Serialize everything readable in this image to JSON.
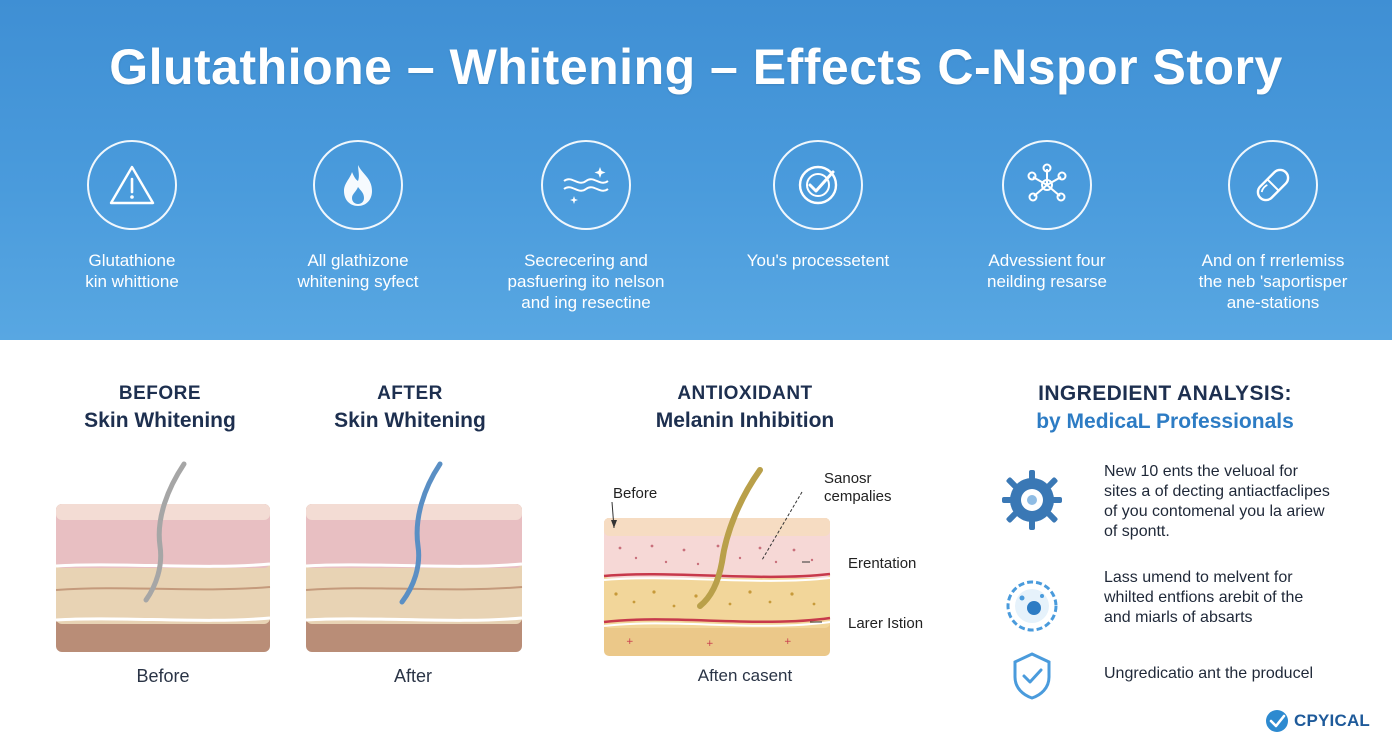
{
  "title": "Glutathione – Whitening – Effects C-Nspor Story",
  "features": [
    {
      "icon": "warning-icon",
      "label": "Glutathione\nkin whittione"
    },
    {
      "icon": "flame-icon",
      "label": "All glathizone\nwhitening syfect"
    },
    {
      "icon": "waves-sparkle-icon",
      "label": "Secrecering and\npasfuering ito nelson\nand ing resectine"
    },
    {
      "icon": "target-check-icon",
      "label": "You's processetent"
    },
    {
      "icon": "molecule-icon",
      "label": "Advessient four\nneilding resarse"
    },
    {
      "icon": "capsule-icon",
      "label": "And on f rrerlemiss\nthe neb 'saportisper\nane-stations"
    }
  ],
  "before_panel": {
    "heading_1": "BEFORE",
    "heading_2": "Skin Whitening",
    "caption": "Before"
  },
  "after_panel": {
    "heading_1": "AFTER",
    "heading_2": "Skin Whitening",
    "caption": "After"
  },
  "antioxidant_panel": {
    "heading_1": "ANTIOXIDANT",
    "heading_2": "Melanin Inhibition",
    "caption": "Aften casent",
    "annotations": {
      "before": "Before",
      "sanosr": "Sanosr\ncempalies",
      "erentation": "Erentation",
      "larer": "Larer Istion"
    }
  },
  "ingredient_analysis": {
    "heading_1": "INGREDIENT ANALYSIS:",
    "heading_2": "by MedicaL Professionals",
    "items": [
      {
        "icon": "gear-cluster-icon",
        "text": "New 10 ents the veluoal for\nsites a of decting antiactfaclipes\nof you contomenal you la ariew\nof spontt."
      },
      {
        "icon": "cell-icon",
        "text": "Lass umend to melvent for\nwhilted entfions arebit of the\nand miarls of absarts"
      },
      {
        "icon": "shield-check-icon",
        "text": "Ungredicatio ant the producel"
      }
    ]
  },
  "logo": {
    "text": "CPYICAL"
  },
  "colors": {
    "banner": "#4a9bdc",
    "heading": "#1d2f4f",
    "accent": "#2d7cc4",
    "melanin": "#b9a04a"
  }
}
